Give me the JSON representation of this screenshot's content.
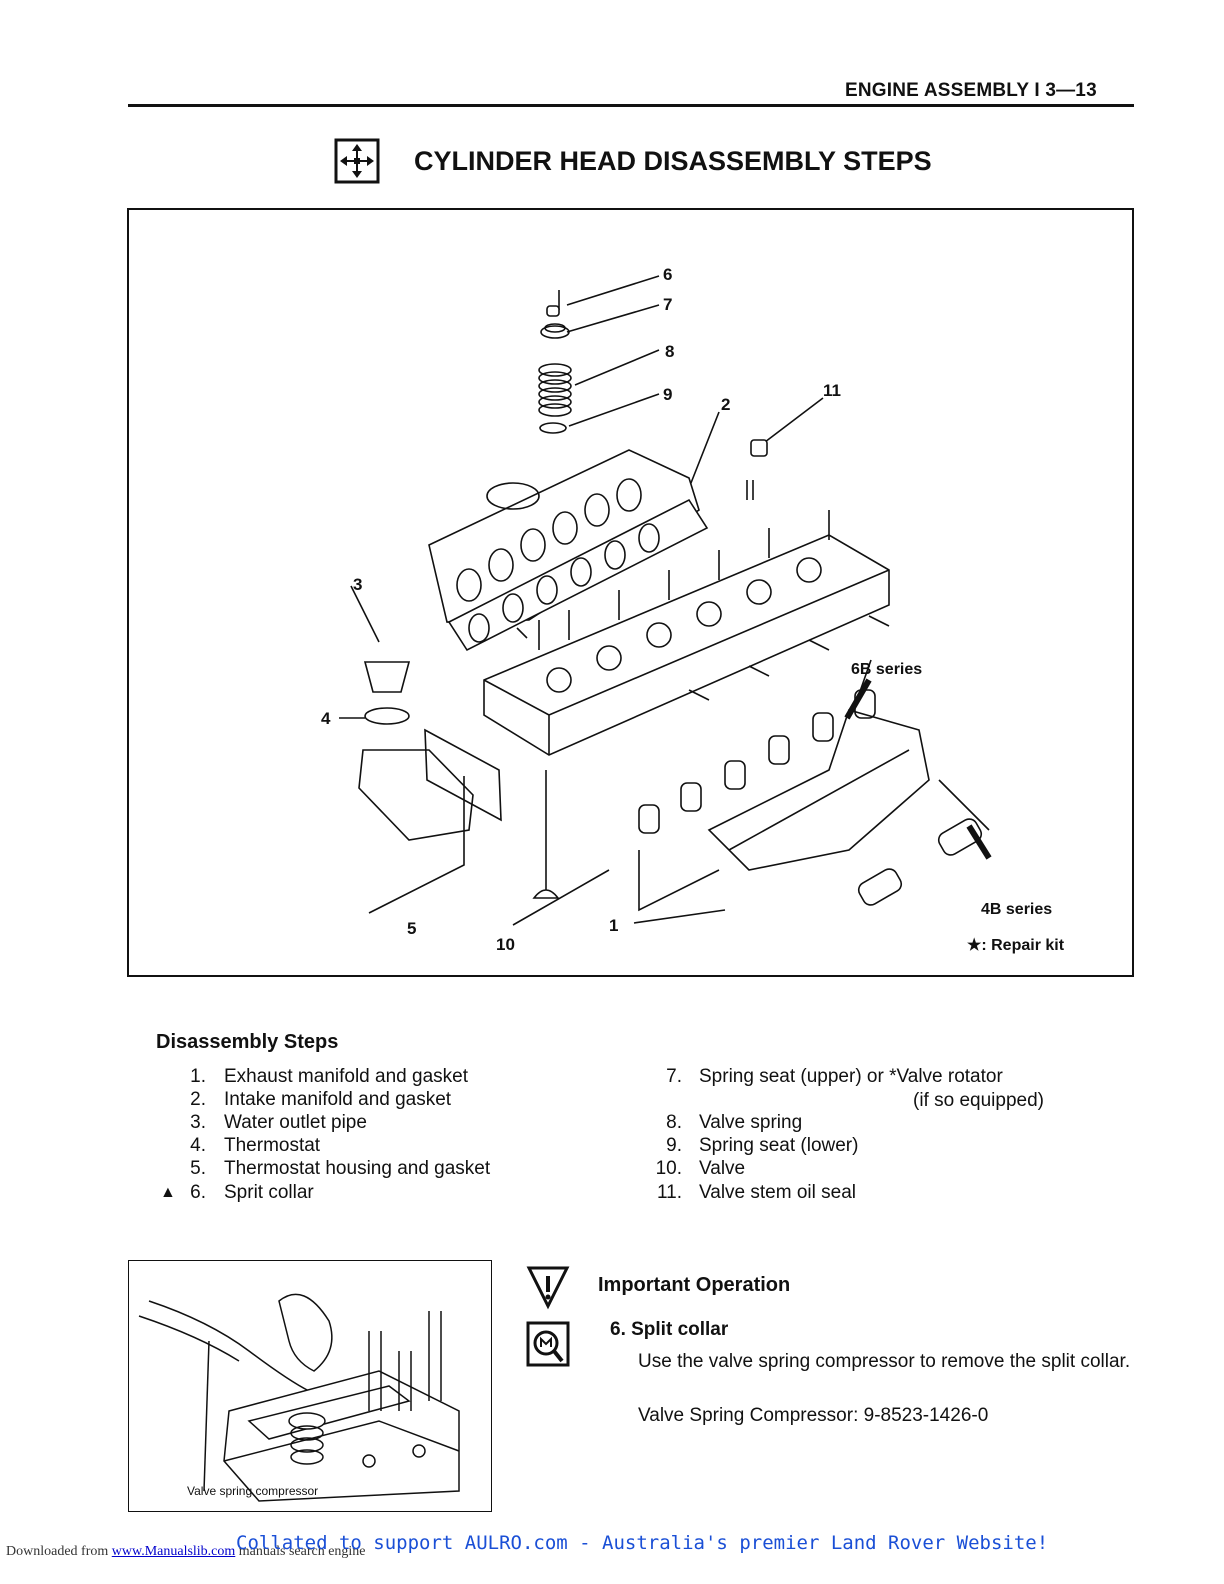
{
  "header": {
    "section": "ENGINE ASSEMBLY I 3—13"
  },
  "title": {
    "text": "CYLINDER HEAD DISASSEMBLY STEPS",
    "icon": "disassembly-arrows-icon"
  },
  "diagram": {
    "callouts": [
      "6",
      "7",
      "8",
      "9",
      "2",
      "11",
      "3",
      "4",
      "5",
      "10",
      "1"
    ],
    "series_6b": "6B series",
    "series_4b": "4B series",
    "repair_kit": "★: Repair kit"
  },
  "steps": {
    "title": "Disassembly Steps",
    "left": [
      {
        "num": "1.",
        "text": "Exhaust manifold and gasket",
        "mark": ""
      },
      {
        "num": "2.",
        "text": "Intake manifold and gasket",
        "mark": ""
      },
      {
        "num": "3.",
        "text": "Water outlet pipe",
        "mark": ""
      },
      {
        "num": "4.",
        "text": "Thermostat",
        "mark": ""
      },
      {
        "num": "5.",
        "text": "Thermostat housing and gasket",
        "mark": ""
      },
      {
        "num": "6.",
        "text": "Sprit collar",
        "mark": "▲"
      }
    ],
    "right": [
      {
        "num": "7.",
        "text": "Spring seat (upper) or *Valve rotator",
        "extra": "(if so equipped)"
      },
      {
        "num": "8.",
        "text": "Valve spring"
      },
      {
        "num": "9.",
        "text": "Spring seat (lower)"
      },
      {
        "num": "10.",
        "text": "Valve"
      },
      {
        "num": "11.",
        "text": "Valve stem oil seal"
      }
    ]
  },
  "photo": {
    "caption": "Valve spring compressor"
  },
  "important": {
    "title": "Important Operation",
    "icon": "warning-triangle-icon",
    "tool_icon": "special-tool-icon",
    "subtitle": "6. Split collar",
    "body": "Use the valve spring compressor to remove the split collar.",
    "tool": "Valve Spring Compressor: 9-8523-1426-0"
  },
  "footer": {
    "downloaded_prefix": "Downloaded from",
    "link": "www.Manualslib.com",
    "suffix": "manuals search engine",
    "collated": "Collated to support AULRO.com - Australia's premier Land Rover Website!"
  }
}
